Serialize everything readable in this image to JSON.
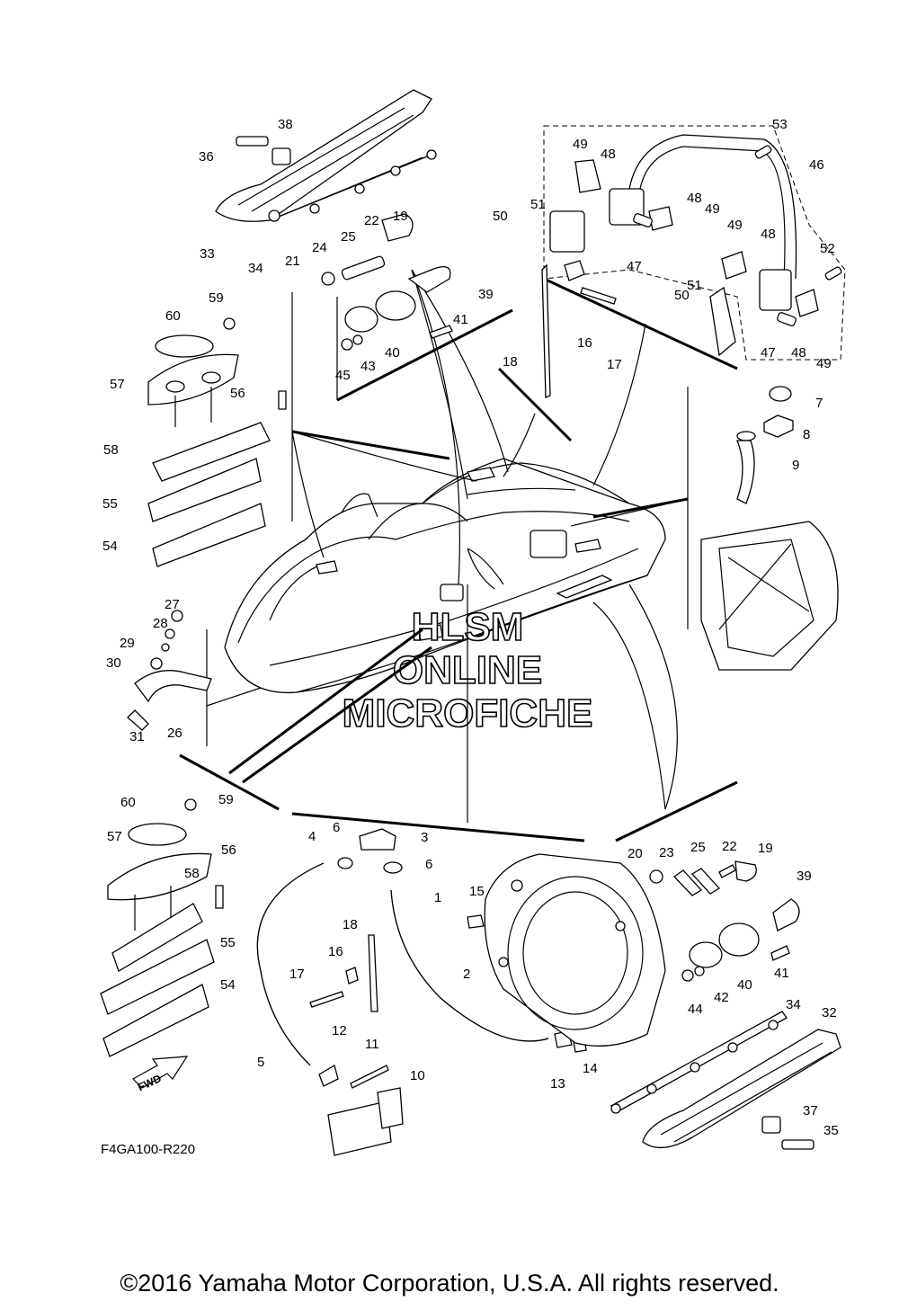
{
  "diagram": {
    "figure_code": "F4GA100-R220",
    "fwd_label": "FWD",
    "watermark": [
      "HLSM",
      "ONLINE",
      "MICROFICHE"
    ],
    "callouts": [
      "1",
      "2",
      "3",
      "4",
      "5",
      "6",
      "6",
      "7",
      "8",
      "9",
      "10",
      "11",
      "12",
      "13",
      "14",
      "15",
      "16",
      "16",
      "17",
      "17",
      "18",
      "18",
      "19",
      "19",
      "20",
      "21",
      "22",
      "22",
      "23",
      "24",
      "25",
      "25",
      "26",
      "27",
      "28",
      "29",
      "30",
      "31",
      "32",
      "33",
      "34",
      "34",
      "35",
      "36",
      "37",
      "38",
      "39",
      "39",
      "40",
      "40",
      "41",
      "41",
      "42",
      "43",
      "44",
      "45",
      "46",
      "47",
      "47",
      "48",
      "48",
      "48",
      "48",
      "49",
      "49",
      "49",
      "49",
      "50",
      "50",
      "51",
      "51",
      "52",
      "53",
      "54",
      "54",
      "55",
      "55",
      "56",
      "56",
      "57",
      "57",
      "58",
      "58",
      "59",
      "59",
      "60",
      "60"
    ]
  },
  "footer": {
    "copyright": "©2016 Yamaha Motor Corporation, U.S.A. All rights reserved."
  }
}
